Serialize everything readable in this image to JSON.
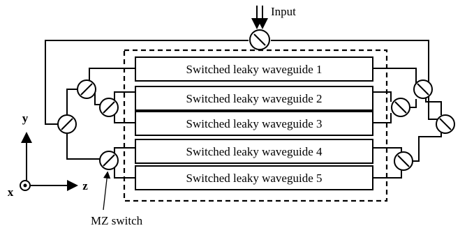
{
  "input_label": "Input",
  "waveguides": [
    {
      "label": "Switched leaky waveguide 1"
    },
    {
      "label": "Switched leaky waveguide 2"
    },
    {
      "label": "Switched leaky waveguide 3"
    },
    {
      "label": "Switched leaky waveguide 4"
    },
    {
      "label": "Switched leaky waveguide 5"
    }
  ],
  "switch_label": "MZ switch",
  "axes": {
    "y": "y",
    "z": "z",
    "x": "x"
  }
}
